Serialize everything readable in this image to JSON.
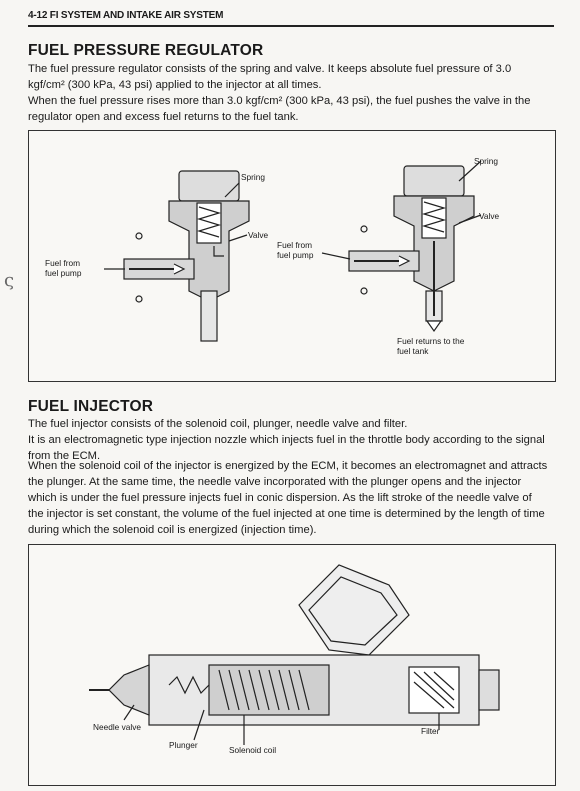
{
  "header": {
    "title": "4-12  FI SYSTEM AND INTAKE AIR SYSTEM"
  },
  "regulator": {
    "heading": "FUEL PRESSURE REGULATOR",
    "para1": "The fuel pressure regulator consists of the spring and valve. It keeps absolute fuel pressure of 3.0 kgf/cm² (300 kPa, 43 psi) applied to the injector at all times.",
    "para2": "When the fuel pressure rises more than 3.0 kgf/cm² (300 kPa, 43 psi), the fuel pushes the valve in the regulator open and excess fuel returns to the fuel tank.",
    "figure": {
      "left_spring": "Spring",
      "left_valve": "Valve",
      "left_fuel_from": "Fuel from\nfuel pump",
      "right_spring": "Spring",
      "right_valve": "Valve",
      "right_fuel_from": "Fuel from\nfuel pump",
      "right_returns": "Fuel returns to the\nfuel tank"
    }
  },
  "injector": {
    "heading": "FUEL INJECTOR",
    "para1": "The fuel injector consists of the solenoid coil, plunger, needle valve and filter.",
    "para2": "It is an electromagnetic type injection nozzle which injects fuel in the throttle body according to the signal from the ECM.",
    "para3": "When the solenoid coil of the injector is energized by the ECM, it becomes an electromagnet and attracts the plunger. At the same time, the needle valve incorporated with the plunger opens and the injector which is under the fuel pressure injects fuel in conic dispersion. As the lift stroke of the needle valve of the injector is set constant, the volume of the fuel injected at one time is determined by the length of time during which the solenoid coil is energized (injection time).",
    "figure": {
      "needle_valve": "Needle valve",
      "plunger": "Plunger",
      "solenoid_coil": "Solenoid coil",
      "filter": "Filter"
    }
  }
}
